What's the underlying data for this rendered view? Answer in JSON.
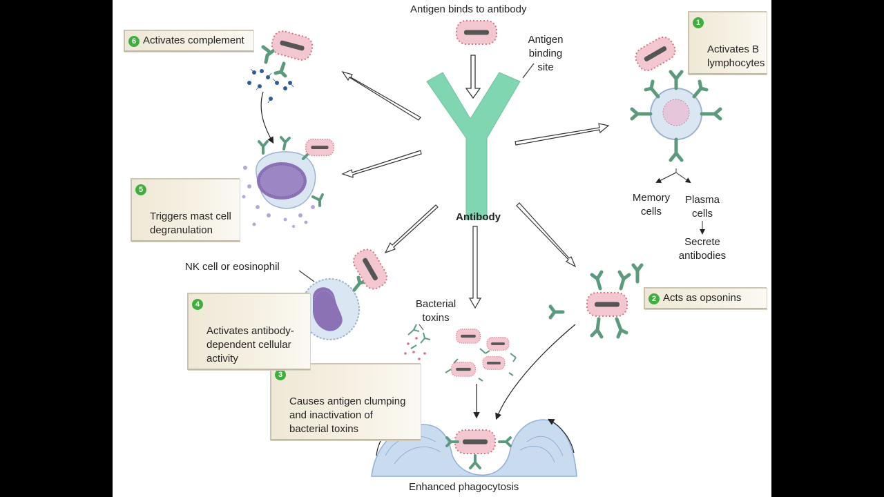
{
  "top_label": "Antigen binds to antibody",
  "binding_site_label": "Antigen\nbinding\nsite",
  "antibody_label": "Antibody",
  "functions": [
    {
      "number": "1",
      "text": "Activates B\nlymphocytes"
    },
    {
      "number": "2",
      "text": "Acts as opsonins"
    },
    {
      "number": "3",
      "text": "Causes antigen clumping\nand inactivation of\nbacterial toxins"
    },
    {
      "number": "4",
      "text": "Activates antibody-\ndependent cellular\nactivity"
    },
    {
      "number": "5",
      "text": "Triggers mast cell\ndegranulation"
    },
    {
      "number": "6",
      "text": "Activates complement"
    }
  ],
  "memory_cells_label": "Memory\ncells",
  "plasma_cells_label": "Plasma\ncells",
  "secrete_label": "Secrete\nantibodies",
  "nk_label": "NK cell or eosinophil",
  "toxins_label": "Bacterial\ntoxins",
  "phagocytosis_label": "Enhanced phagocytosis",
  "colors": {
    "antibody": "#7fd6b0",
    "antibody_small": "#5c9a7e",
    "bacterium_fill": "#f2c7cf",
    "bacterium_spikes": "#d9707f",
    "bacterium_core": "#555555",
    "cell_fill": "#dbe6f3",
    "nucleus": "#8a72b5",
    "phagocyte": "#c9dcef",
    "badge": "#3fae3f",
    "box_fill": "#efe8d6"
  }
}
